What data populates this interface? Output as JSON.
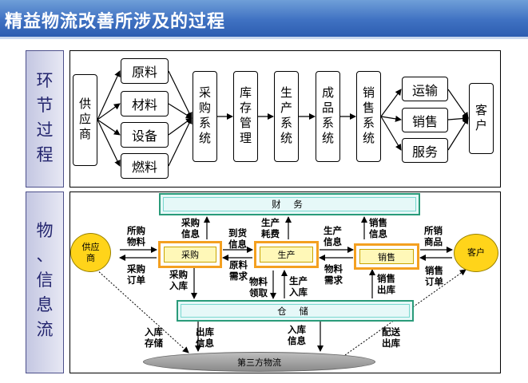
{
  "title": "精益物流改善所涉及的过程",
  "top_section": {
    "side_label": [
      "环",
      "节",
      "过",
      "程"
    ],
    "supplier": "供应商",
    "materials": [
      "原料",
      "材料",
      "设备",
      "燃料"
    ],
    "procurement": "采购系统",
    "inventory": "库存管理",
    "production": "生产系统",
    "finished": "成品系统",
    "sales": "销售系统",
    "services": [
      "运输",
      "销售",
      "服务"
    ],
    "customer": "客户"
  },
  "bottom_section": {
    "side_label": [
      "物",
      "、",
      "信",
      "息",
      "流"
    ],
    "finance": "财 务",
    "warehouse": "仓 储",
    "third_party": "第三方物流",
    "supplier": "供应\n商",
    "customer": "客户",
    "procure": "采购",
    "produce": "生产",
    "sell": "销售",
    "labels": {
      "purchased_goods": "所购\n物料",
      "purchase_order": "采购\n订单",
      "purchase_info": "采购\n信息",
      "purchase_in": "采购\n入库",
      "arrival_info": "到货\n信息",
      "raw_need": "原料\n需求",
      "prod_cost": "生产\n耗费",
      "material_pick": "物料\n领取",
      "prod_in": "生产\n入库",
      "prod_info": "生产\n信息",
      "material_need": "物料\n需求",
      "sales_info": "销售\n信息",
      "sales_out": "销售\n出库",
      "sold_goods": "所销\n商品",
      "sales_order": "销售\n订单",
      "in_storage": "入库\n存储",
      "out_info": "出库\n信息",
      "in_info": "入库\n信息",
      "deliver_out": "配送\n出库"
    }
  }
}
